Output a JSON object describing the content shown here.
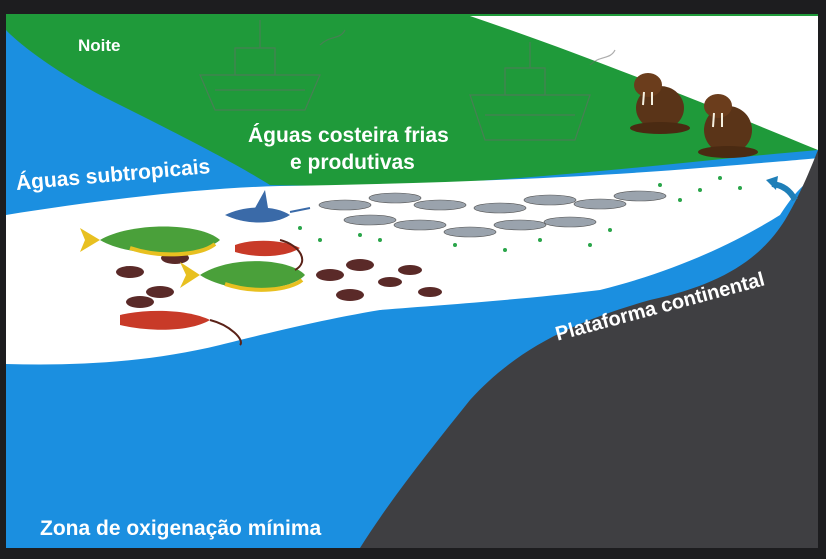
{
  "labels": {
    "night": "Noite",
    "coastal_line1": "Águas costeira frias",
    "coastal_line2": "e produtivas",
    "subtropical": "Águas subtropicais",
    "platform": "Plataforma continental",
    "omz": "Zona de oxigenação mínima"
  },
  "colors": {
    "coastal_water": "#1f9a3a",
    "subtropical_water": "#1b8fe0",
    "platform": "#3f3f42",
    "mixing_zone": "#ffffff",
    "text": "#ffffff"
  },
  "icons": {
    "boat_left": "fishing-boat-icon",
    "boat_right": "fishing-boat-icon",
    "walrus_1": "walrus-icon",
    "walrus_2": "walrus-icon",
    "upwelling": "upwelling-arrow-icon",
    "fish_school": "fish-school-icon"
  }
}
